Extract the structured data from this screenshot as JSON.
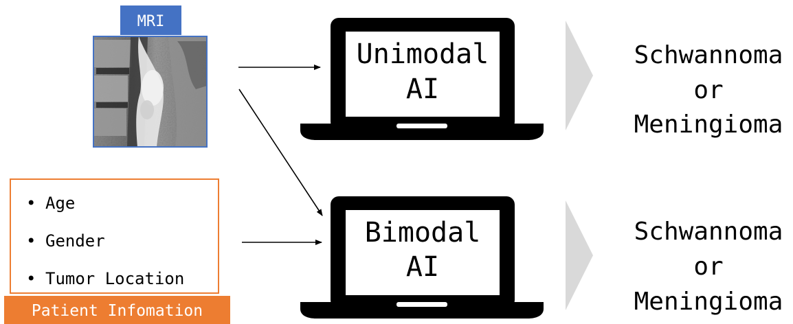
{
  "mri": {
    "label": "MRI",
    "image": "mri-scan-image"
  },
  "patient_info": {
    "items": [
      "Age",
      "Gender",
      "Tumor Location"
    ],
    "label": "Patient Infomation"
  },
  "models": [
    {
      "line1": "Unimodal",
      "line2": "AI"
    },
    {
      "line1": "Bimodal",
      "line2": "AI"
    }
  ],
  "outputs": [
    {
      "line1": "Schwannoma",
      "line2": "or",
      "line3": "Meningioma"
    },
    {
      "line1": "Schwannoma",
      "line2": "or",
      "line3": "Meningioma"
    }
  ],
  "colors": {
    "mri_label_bg": "#4472C4",
    "patient_border": "#ED7D31",
    "patient_label_bg": "#ED7D31",
    "laptop": "#000000",
    "chevron": "#D9D9D9"
  },
  "icons": {
    "laptop": "laptop-icon",
    "chevron": "chevron-right-icon",
    "bullet": "bullet-icon"
  }
}
